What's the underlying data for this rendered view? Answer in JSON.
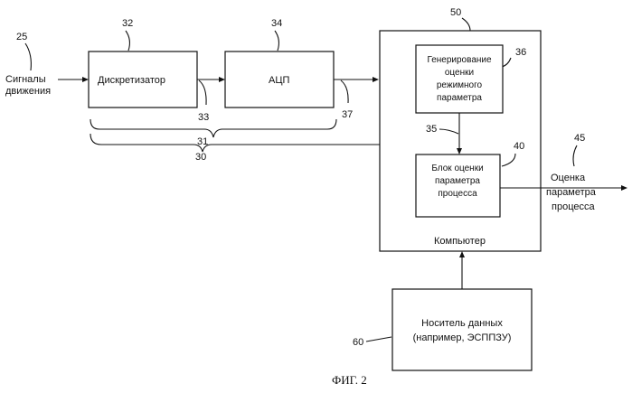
{
  "figure_caption": "ФИГ. 2",
  "inputs": {
    "signals_label_line1": "Сигналы",
    "signals_label_line2": "движения",
    "signals_ref": "25"
  },
  "blocks": {
    "sampler": {
      "label": "Дискретизатор",
      "ref": "32"
    },
    "adc": {
      "label": "АЦП",
      "ref": "34"
    },
    "computer": {
      "label": "Компьютер",
      "ref": "50"
    },
    "mode_estimator": {
      "line1": "Генерирование",
      "line2": "оценки",
      "line3": "режимного",
      "line4": "параметра",
      "ref": "36"
    },
    "process_estimator": {
      "line1": "Блок оценки",
      "line2": "параметра",
      "line3": "процесса",
      "ref": "40"
    },
    "storage": {
      "line1": "Носитель данных",
      "line2": "(например, ЭСППЗУ)",
      "ref": "60"
    }
  },
  "connections": {
    "sampler_to_adc_ref": "33",
    "adc_to_computer_ref": "37",
    "mode_to_process_ref": "35"
  },
  "brackets": {
    "inner_ref": "31",
    "outer_ref": "30"
  },
  "output": {
    "line1": "Оценка",
    "line2": "параметра",
    "line3": "процесса",
    "ref": "45"
  }
}
